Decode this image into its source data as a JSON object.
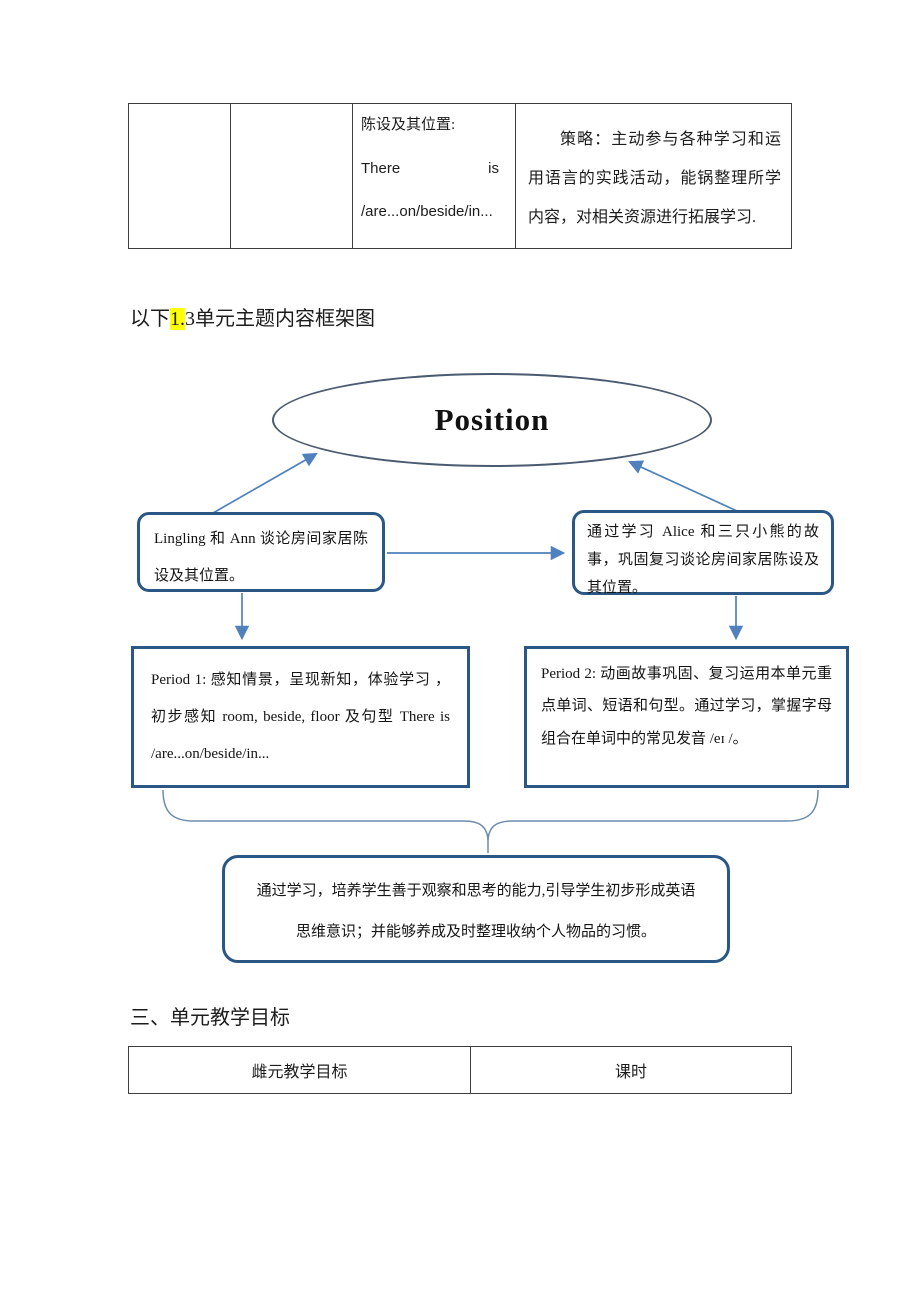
{
  "colors": {
    "box_border": "#2a5783",
    "arrow": "#4f81bd",
    "brace": "#6b8cae",
    "highlight": "#ffff00",
    "table_border": "#3d3d3d",
    "page_background": "#ffffff"
  },
  "top_table": {
    "col1": "",
    "col2": "",
    "col3": {
      "line1": "陈设及其位置:",
      "line2_left": "There",
      "line2_right": "is",
      "line3": "/are...on/beside/in..."
    },
    "col4": "策略：主动参与各种学习和运用语言的实践活动，能锅整理所学内容，对相关资源进行拓展学习."
  },
  "framework_heading": {
    "prefix": "以下",
    "highlighted": "1.",
    "suffix": "3单元主题内容框架图"
  },
  "diagram": {
    "ellipse_label": "Position",
    "left_box": "Lingling 和 Ann 谈论房间家居陈设及其位置。",
    "right_box": "通过学习 Alice 和三只小熊的故事，巩固复习谈论房间家居陈设及其位置。",
    "period1_box": "Period 1: 感知情景，呈现新知，体验学习 ，初步感知 room, beside, floor 及句型 There is /are...on/beside/in...",
    "period2_box": "Period 2: 动画故事巩固、复习运用本单元重点单词、短语和句型。通过学习，掌握字母组合在单词中的常见发音 /eɪ /。",
    "bottom_box": "通过学习，培养学生善于观察和思考的能力,引导学生初步形成英语思维意识；并能够养成及时整理收纳个人物品的习惯。"
  },
  "goals_heading": "三、单元教学目标",
  "goals_table": {
    "headers": [
      "雌元教学目标",
      "课时"
    ]
  }
}
